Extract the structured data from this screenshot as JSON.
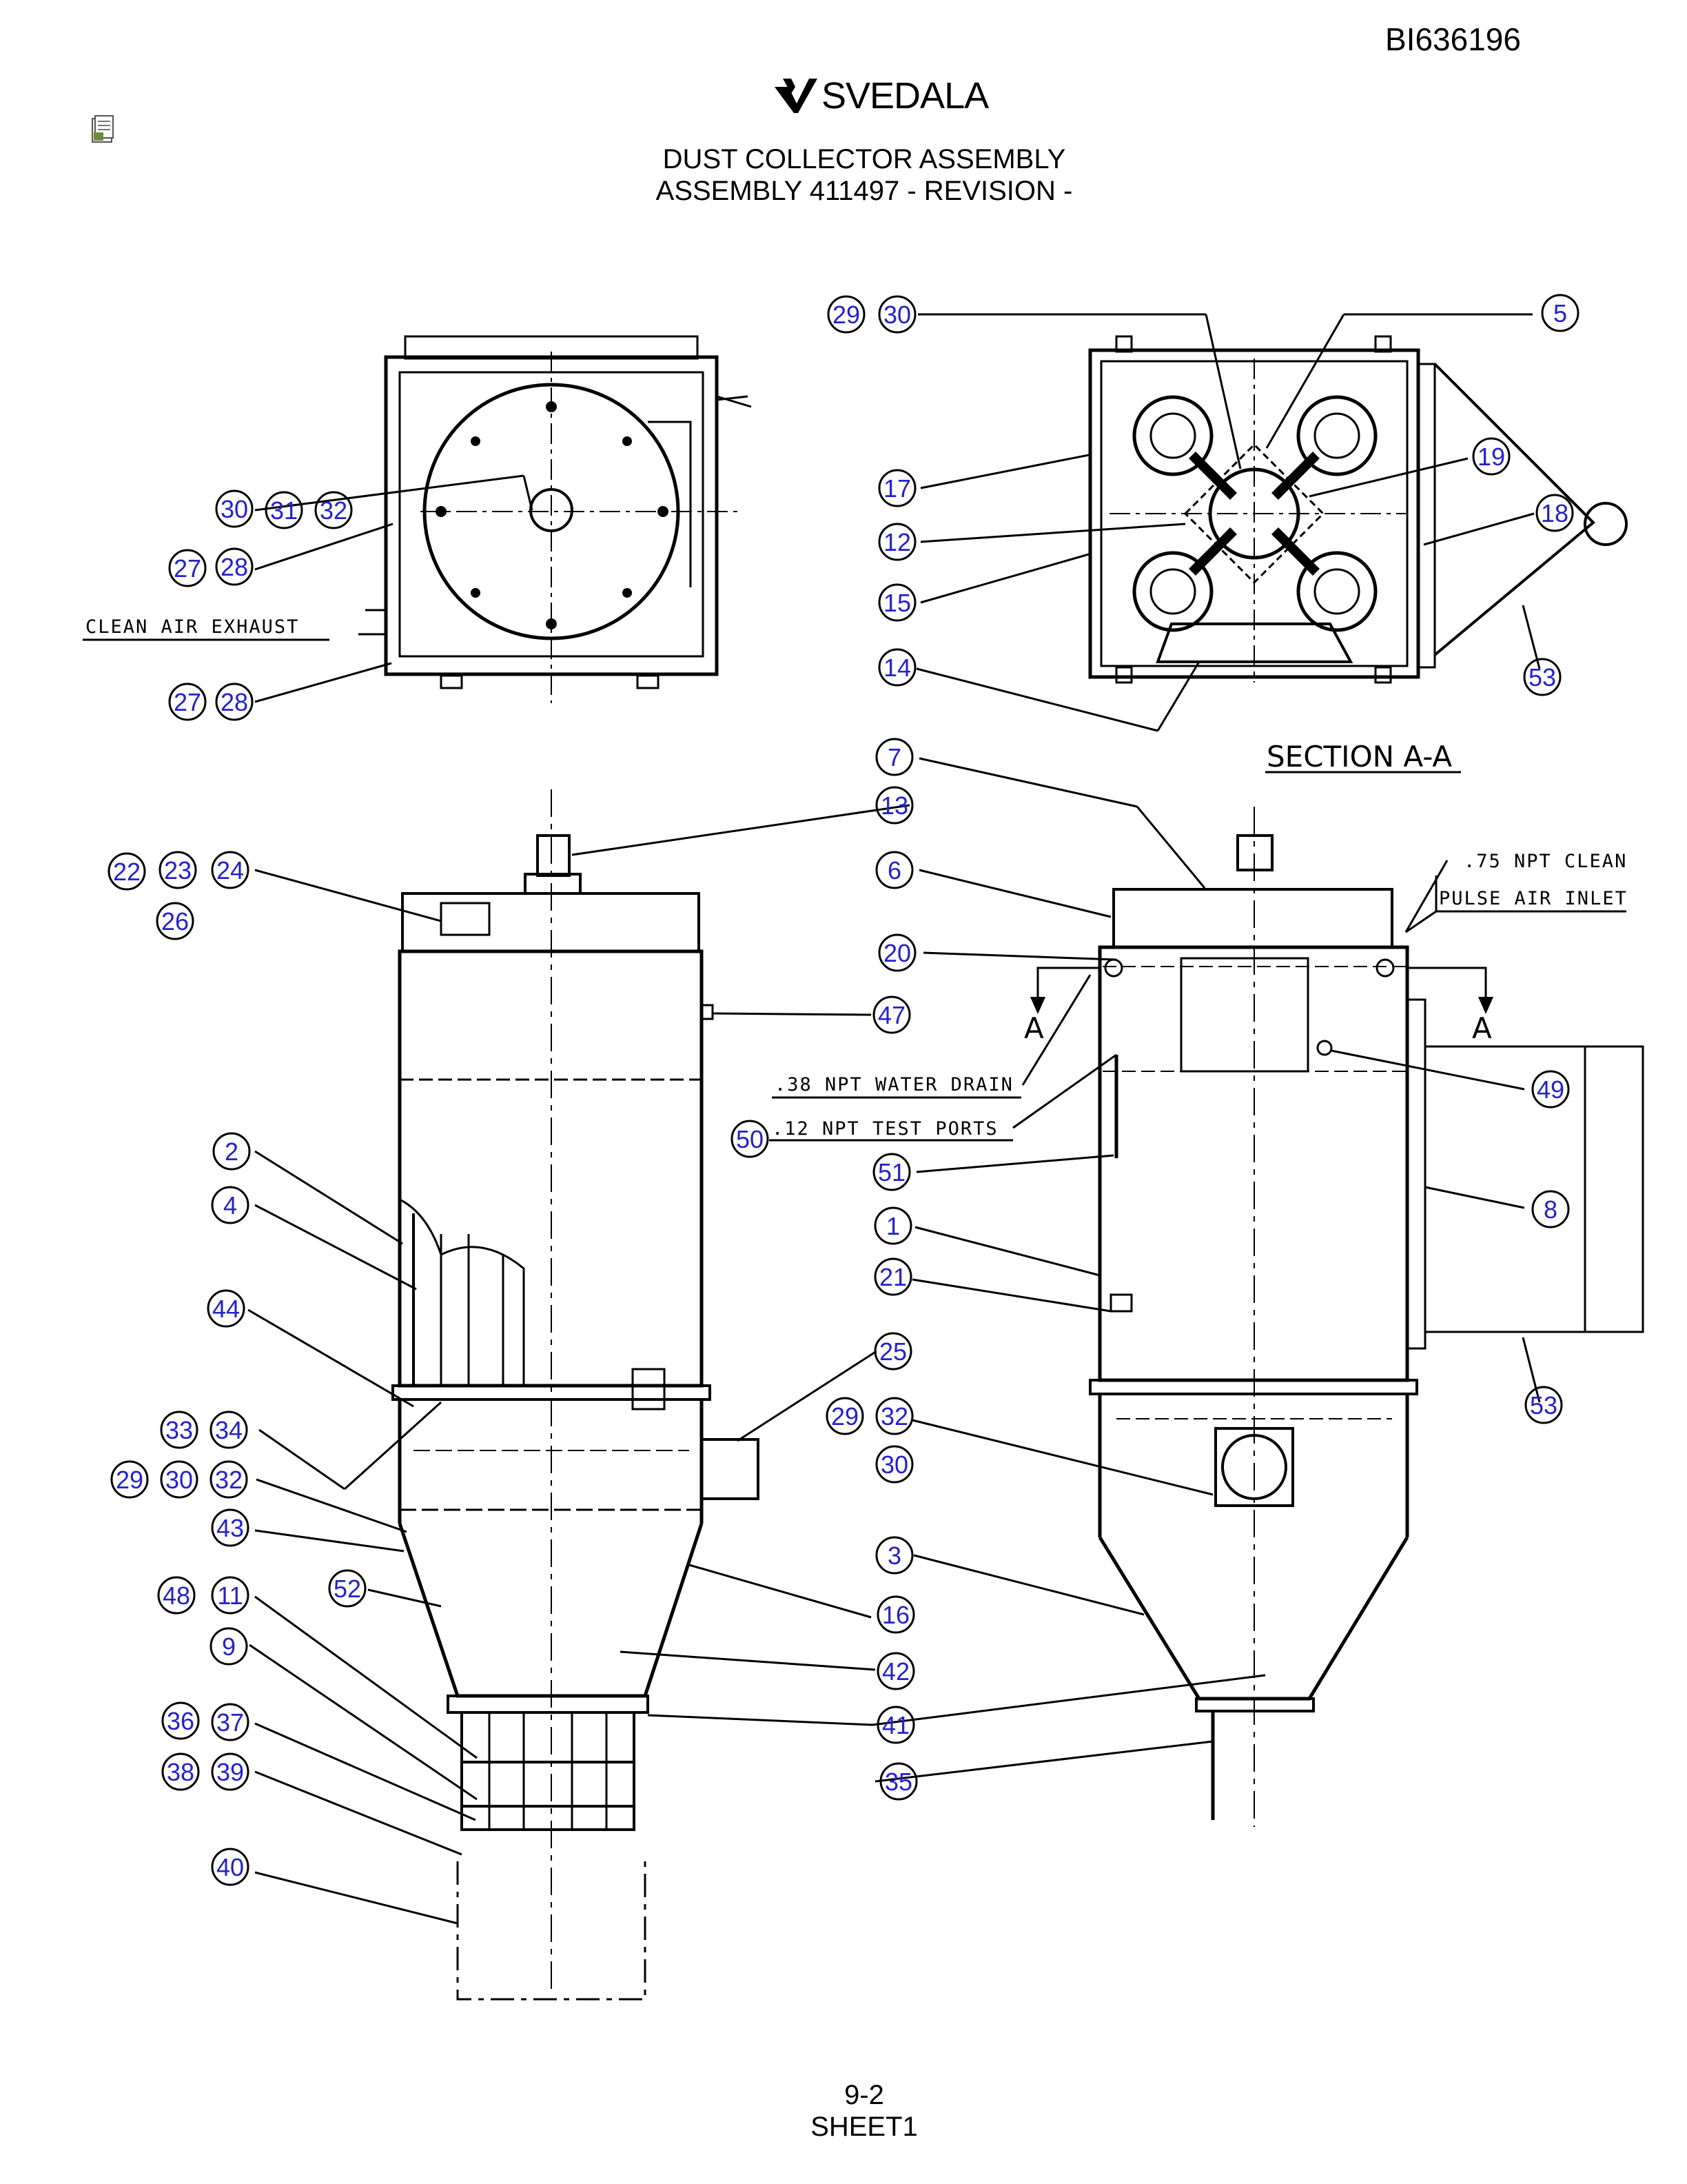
{
  "header": {
    "doc_id": "BI636196",
    "brand": "SVEDALA",
    "title_line1": "DUST COLLECTOR ASSEMBLY",
    "title_line2": "ASSEMBLY 411497 - REVISION -"
  },
  "footer": {
    "page": "9-2",
    "sheet": "SHEET1"
  },
  "notes": {
    "clean_air_exhaust": "CLEAN AIR EXHAUST",
    "section_aa": "SECTION A-A",
    "pulse_inlet_1": ".75 NPT CLEAN",
    "pulse_inlet_2": "PULSE AIR INLET",
    "water_drain": ".38 NPT WATER DRAIN",
    "test_ports": ".12 NPT TEST PORTS",
    "section_mark": "A"
  },
  "bubbles": [
    "29",
    "30",
    "5",
    "17",
    "12",
    "19",
    "18",
    "15",
    "14",
    "53",
    "30",
    "31",
    "32",
    "27",
    "28",
    "27",
    "28",
    "7",
    "13",
    "6",
    "20",
    "22",
    "23",
    "24",
    "26",
    "47",
    "49",
    "50",
    "51",
    "8",
    "2",
    "4",
    "1",
    "21",
    "44",
    "25",
    "33",
    "34",
    "29",
    "32",
    "30",
    "29",
    "30",
    "32",
    "53",
    "43",
    "3",
    "52",
    "16",
    "48",
    "11",
    "9",
    "42",
    "41",
    "36",
    "37",
    "38",
    "39",
    "35",
    "40"
  ],
  "colors": {
    "bubble_text": "#2222cc",
    "line": "#000000"
  }
}
